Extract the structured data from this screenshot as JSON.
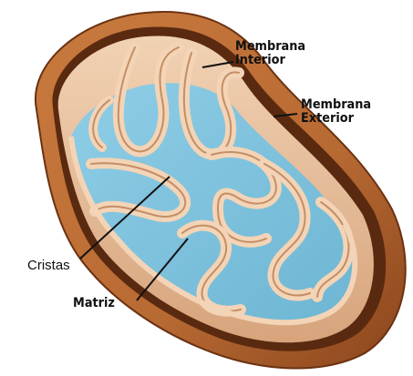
{
  "labels": {
    "inner_membrane": {
      "line1": "Membrana",
      "line2": "Interior"
    },
    "outer_membrane": {
      "line1": "Membrana",
      "line2": "Exterior"
    },
    "cristae": "Cristas",
    "matrix": "Matriz"
  },
  "colors": {
    "outer_shell": "#b86a33",
    "outer_shell_dark": "#7a3c17",
    "inner_membrane": "#e8c09e",
    "inner_membrane_shadow": "#b9835d",
    "matrix": "#7ec3de",
    "matrix_dark": "#5aa6c4",
    "shadow": "#3a1c0c",
    "leader_line": "#111111"
  }
}
